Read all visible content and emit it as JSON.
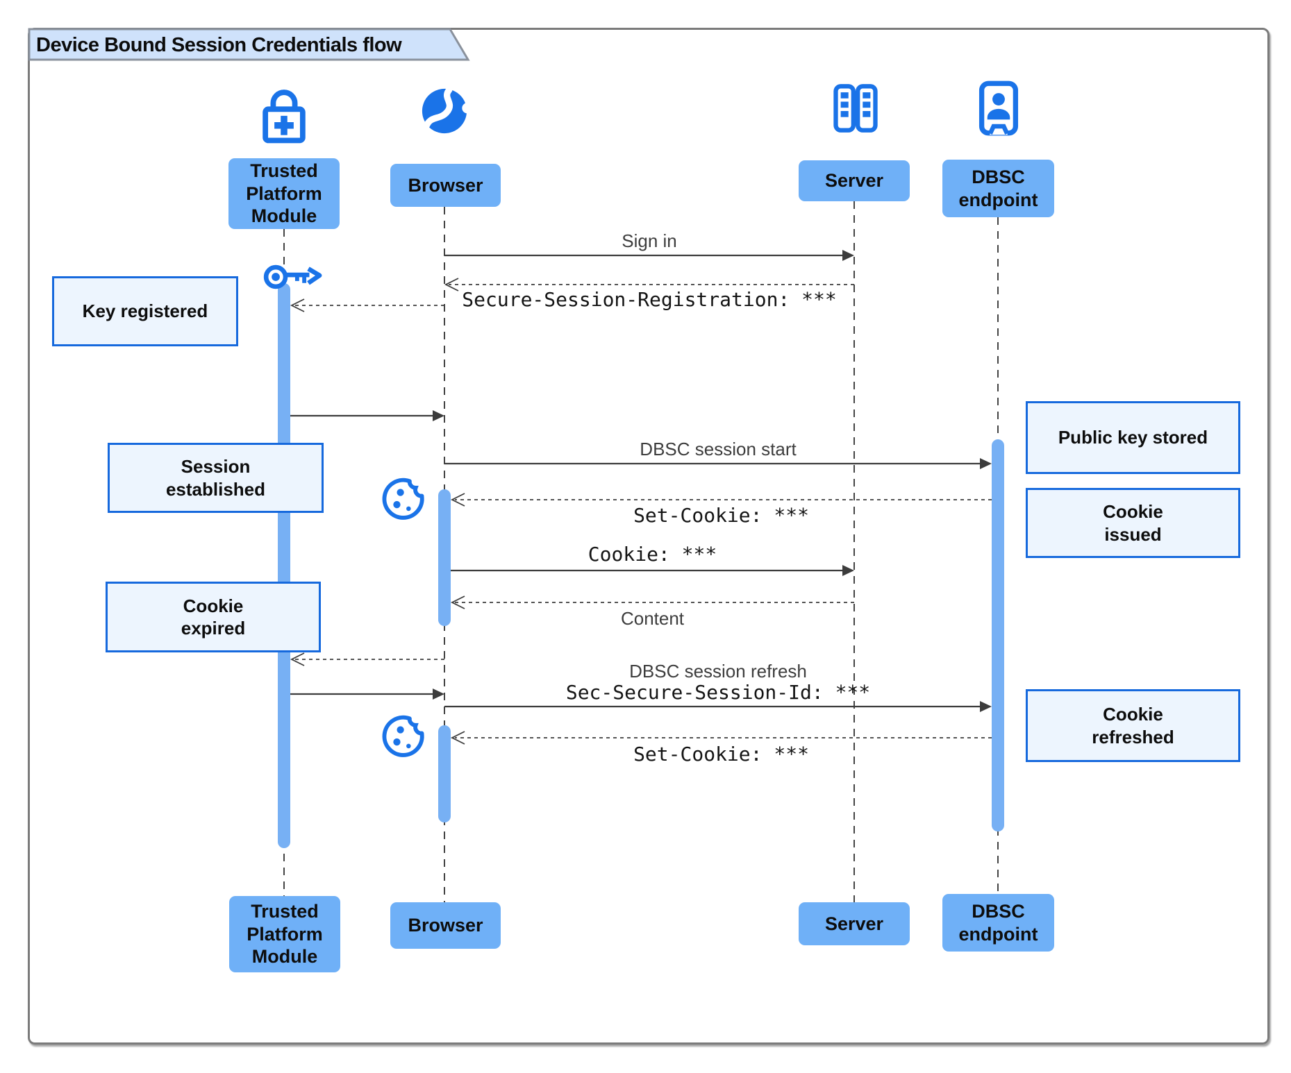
{
  "diagram": {
    "title": "Device Bound Session Credentials flow",
    "participants": [
      {
        "id": "tpm",
        "label": "Trusted\nPlatform\nModule",
        "icon": "lock-plus-icon"
      },
      {
        "id": "browser",
        "label": "Browser",
        "icon": "globe-icon"
      },
      {
        "id": "server",
        "label": "Server",
        "icon": "server-rack-icon"
      },
      {
        "id": "dbsc",
        "label": "DBSC\nendpoint",
        "icon": "id-badge-icon"
      }
    ],
    "messages": [
      {
        "label": "Sign in",
        "from": "Browser",
        "to": "Server",
        "style": "solid"
      },
      {
        "label": "Secure-Session-Registration: ***",
        "from": "Server",
        "to": "Browser",
        "style": "dashed",
        "font": "mono"
      },
      {
        "label": "",
        "from": "Browser",
        "to": "Trusted Platform Module",
        "style": "dashed"
      },
      {
        "label": "",
        "from": "Trusted Platform Module",
        "to": "Browser",
        "style": "solid"
      },
      {
        "label": "DBSC session start",
        "from": "Browser",
        "to": "DBSC endpoint",
        "style": "solid"
      },
      {
        "label": "Set-Cookie: ***",
        "from": "DBSC endpoint",
        "to": "Browser",
        "style": "dashed",
        "font": "mono"
      },
      {
        "label": "Cookie: ***",
        "from": "Browser",
        "to": "Server",
        "style": "solid",
        "font": "mono"
      },
      {
        "label": "Content",
        "from": "Server",
        "to": "Browser",
        "style": "dashed"
      },
      {
        "label": "",
        "from": "Browser",
        "to": "Trusted Platform Module",
        "style": "dashed"
      },
      {
        "label": "",
        "from": "Trusted Platform Module",
        "to": "Browser",
        "style": "solid"
      },
      {
        "label": "DBSC session refresh",
        "label2": "Sec-Secure-Session-Id: ***",
        "from": "Browser",
        "to": "DBSC endpoint",
        "style": "solid"
      },
      {
        "label": "Set-Cookie: ***",
        "from": "DBSC endpoint",
        "to": "Browser",
        "style": "dashed",
        "font": "mono"
      }
    ],
    "notes": [
      {
        "label": "Key registered",
        "side": "left"
      },
      {
        "label": "Session\nestablished",
        "side": "left"
      },
      {
        "label": "Public key stored",
        "side": "right"
      },
      {
        "label": "Cookie\nissued",
        "side": "right"
      },
      {
        "label": "Cookie\nexpired",
        "side": "left"
      },
      {
        "label": "Cookie\nrefreshed",
        "side": "right"
      }
    ],
    "icons": [
      "lock-plus-icon",
      "globe-icon",
      "server-rack-icon",
      "id-badge-icon",
      "key-icon",
      "cookie-icon"
    ],
    "colors": {
      "accent": "#1a73e8",
      "participant_fill": "#6fb0f7",
      "activation_fill": "#77b0f4",
      "note_fill": "#edf5fe",
      "note_border": "#1669dd",
      "title_fill": "#cfe2fb",
      "line": "#3c3c3c"
    }
  }
}
